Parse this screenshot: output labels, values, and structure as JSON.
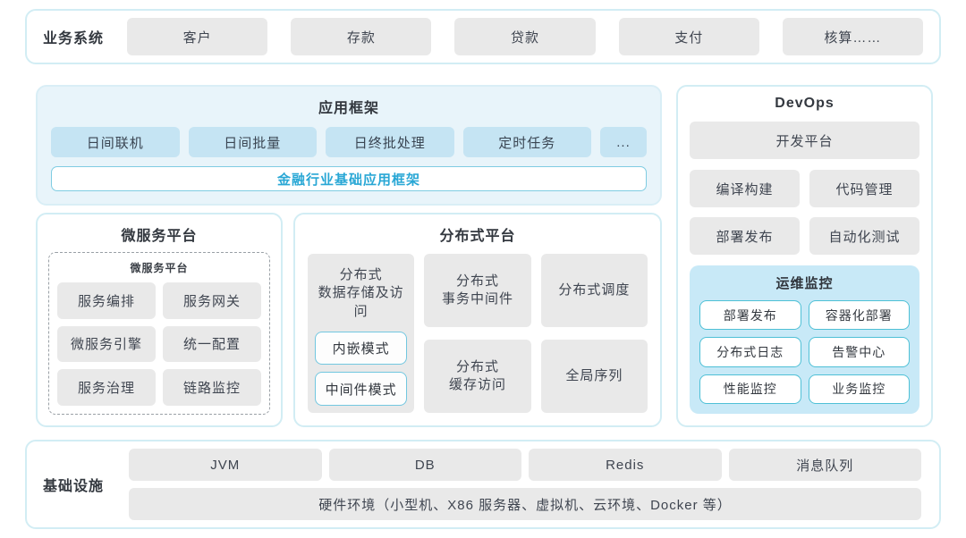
{
  "colors": {
    "panel_border": "#d2edf4",
    "app_panel_bg": "#e8f4fa",
    "blue_box_bg": "#c5e4f3",
    "gray_box_bg": "#e9e9e9",
    "monitor_bg": "#c8e9f7",
    "teal_accent_text": "#29a7d5",
    "teal_outline": "#4ec0d6",
    "text": "#3f4550"
  },
  "business_row": {
    "label": "业务系统",
    "items": [
      "客户",
      "存款",
      "贷款",
      "支付",
      "核算……"
    ]
  },
  "app_framework": {
    "title": "应用框架",
    "items": [
      "日间联机",
      "日间批量",
      "日终批处理",
      "定时任务",
      "..."
    ],
    "base_framework": "金融行业基础应用框架"
  },
  "devops": {
    "title": "DevOps",
    "top_item": "开发平台",
    "grid_items": [
      "编译构建",
      "代码管理",
      "部署发布",
      "自动化测试"
    ],
    "monitor": {
      "title": "运维监控",
      "items": [
        "部署发布",
        "容器化部署",
        "分布式日志",
        "告警中心",
        "性能监控",
        "业务监控"
      ]
    }
  },
  "microservice": {
    "title": "微服务平台",
    "inner_title": "微服务平台",
    "items": [
      "服务编排",
      "服务网关",
      "微服务引擎",
      "统一配置",
      "服务治理",
      "链路监控"
    ]
  },
  "distributed": {
    "title": "分布式平台",
    "storage": {
      "title": "分布式\n数据存储及访问",
      "modes": [
        "内嵌模式",
        "中间件模式"
      ]
    },
    "col2_items": [
      "分布式\n事务中间件",
      "分布式\n缓存访问"
    ],
    "col3_items": [
      "分布式调度",
      "全局序列"
    ]
  },
  "infrastructure": {
    "label": "基础设施",
    "items": [
      "JVM",
      "DB",
      "Redis",
      "消息队列"
    ],
    "hardware": "硬件环境（小型机、X86 服务器、虚拟机、云环境、Docker 等）"
  }
}
